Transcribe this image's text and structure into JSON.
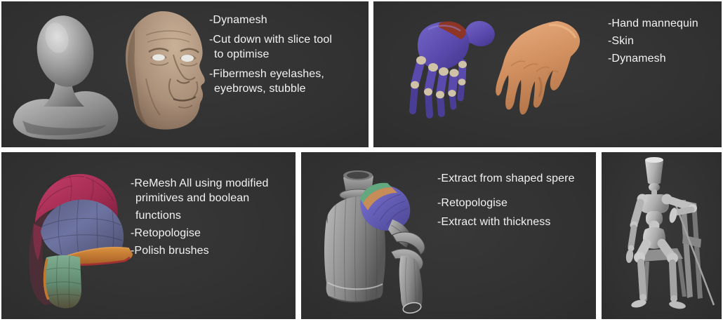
{
  "colors": {
    "canvas": "#ffffff",
    "panel_background": "#323232",
    "text": "#f2f2f2",
    "mannequin_gray": "#b9b9b9",
    "sculpt_head_skin": "#bda68d",
    "hand_purple": "#5c4bae",
    "hand_joint_cream": "#d0c2a7",
    "hand_patch_red": "#8e3526",
    "hand_skin": "#d6986a",
    "helmet_crest": "#b23260",
    "helmet_dome": "#666b96",
    "helmet_brim": "#c77e35",
    "helmet_cheek_green": "#6f9e84",
    "armour_steel": "#9a9a9a",
    "pauldron_blue": "#6a63c2",
    "pauldron_green": "#63a87e",
    "pauldron_orange": "#c68d58"
  },
  "panels": [
    {
      "name": "head-sculpt",
      "models": [
        "mannequin-bust",
        "old-man-head-sculpt"
      ],
      "notes": [
        "-Dynamesh",
        "-Cut down with slice tool",
        "to optimise",
        "-Fibermesh eyelashes,",
        "eyebrows, stubble"
      ]
    },
    {
      "name": "hands",
      "models": [
        "segmented-mannequin-hand",
        "skin-hand-sculpt"
      ],
      "notes": [
        "-Hand mannequin",
        "-Skin",
        "-Dynamesh"
      ]
    },
    {
      "name": "helmet",
      "models": [
        "polygroup-helmet"
      ],
      "notes": [
        "-ReMesh All using modified",
        "primitives and boolean",
        "functions",
        "-Retopologise",
        "-Polish brushes"
      ]
    },
    {
      "name": "armour",
      "models": [
        "armour-torso-with-pauldron"
      ],
      "notes": [
        "-Extract from shaped spere",
        "-Retopologise",
        "-Extract with thickness"
      ]
    },
    {
      "name": "seated-mannequin",
      "models": [
        "seated-mannequin-with-chair-and-staff"
      ],
      "notes": []
    }
  ]
}
